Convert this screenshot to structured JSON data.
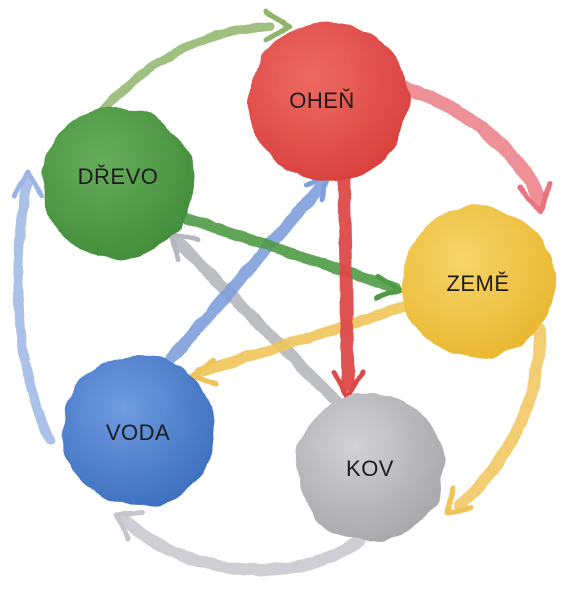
{
  "diagram": {
    "type": "five-elements-cycle",
    "elements": [
      {
        "id": "ohen",
        "label": "OHEŇ",
        "color": "#e04a46"
      },
      {
        "id": "zeme",
        "label": "ZEMĚ",
        "color": "#f0c23e"
      },
      {
        "id": "kov",
        "label": "KOV",
        "color": "#b9b9bb"
      },
      {
        "id": "voda",
        "label": "VODA",
        "color": "#4d7fcb"
      },
      {
        "id": "drevo",
        "label": "DŘEVO",
        "color": "#4f9a45"
      }
    ],
    "generating_cycle": [
      {
        "from": "drevo",
        "to": "ohen"
      },
      {
        "from": "ohen",
        "to": "zeme"
      },
      {
        "from": "zeme",
        "to": "kov"
      },
      {
        "from": "kov",
        "to": "voda"
      },
      {
        "from": "voda",
        "to": "drevo"
      }
    ],
    "controlling_cycle": [
      {
        "from": "drevo",
        "to": "zeme"
      },
      {
        "from": "ohen",
        "to": "kov"
      },
      {
        "from": "zeme",
        "to": "voda"
      },
      {
        "from": "kov",
        "to": "drevo"
      },
      {
        "from": "voda",
        "to": "ohen"
      }
    ]
  }
}
